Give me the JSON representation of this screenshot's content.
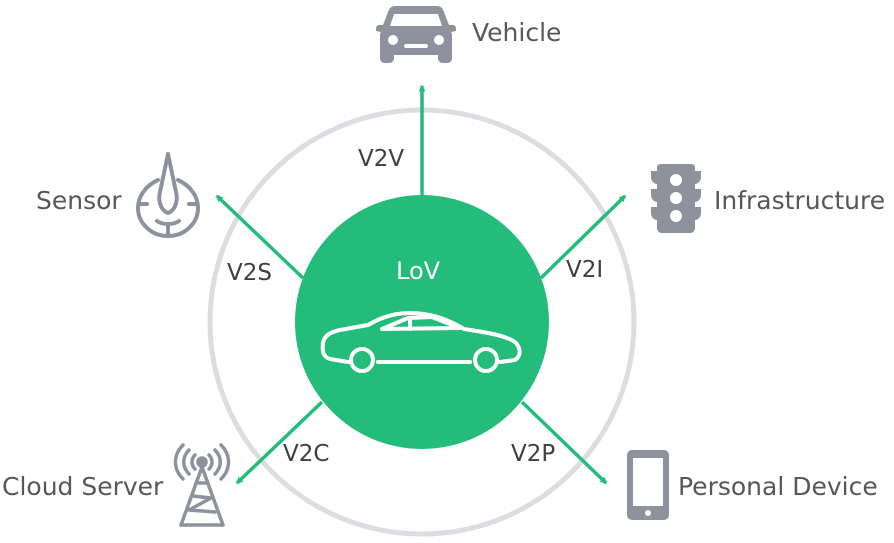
{
  "colors": {
    "accent": "#23bc7b",
    "ring": "#dcdde0",
    "icon": "#8e929c",
    "text": "#55575b"
  },
  "center": {
    "title": "LoV",
    "icon": "car-icon"
  },
  "nodes": {
    "vehicle": {
      "label": "Vehicle",
      "icon": "vehicle-icon",
      "link": "V2V"
    },
    "infrastructure": {
      "label": "Infrastructure",
      "icon": "traffic-light-icon",
      "link": "V2I"
    },
    "personal": {
      "label": "Personal Device",
      "icon": "smartphone-icon",
      "link": "V2P"
    },
    "cloud": {
      "label": "Cloud Server",
      "icon": "radio-tower-icon",
      "link": "V2C"
    },
    "sensor": {
      "label": "Sensor",
      "icon": "sensor-icon",
      "link": "V2S"
    }
  }
}
